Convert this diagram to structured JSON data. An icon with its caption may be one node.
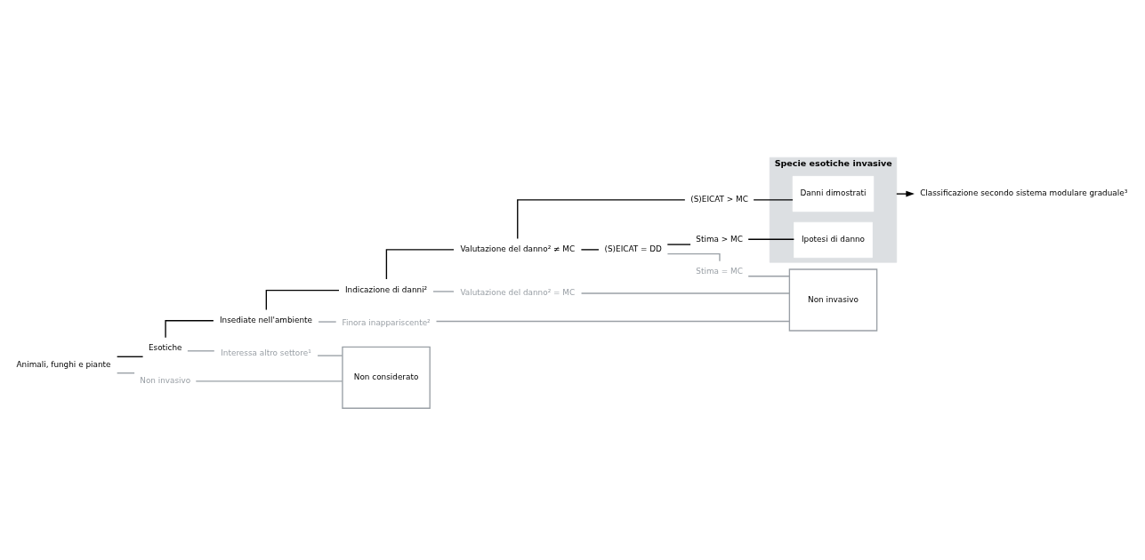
{
  "diagram": {
    "nodes": [
      {
        "text": [
          "Animali, funghi e piante"
        ]
      },
      {
        "text": [
          "Esotiche"
        ]
      },
      {
        "text": [
          "Non invasivo"
        ]
      },
      {
        "text": [
          "Insediate nell'ambiente"
        ]
      },
      {
        "text": [
          "Interessa altro settore¹"
        ]
      },
      {
        "text": [
          "Indicazione di danni²"
        ]
      },
      {
        "text": [
          "Finora inappariscente²"
        ]
      },
      {
        "text": [
          "Valutazione del danno² ≠ MC"
        ]
      },
      {
        "text": [
          "Valutazione del danno² = MC"
        ]
      },
      {
        "text": [
          "(S)EICAT > MC"
        ]
      },
      {
        "text": [
          "(S)EICAT = DD"
        ]
      },
      {
        "text": [
          "Stima > MC"
        ]
      },
      {
        "text": [
          "Stima = MC"
        ]
      },
      {
        "text": [
          "Specie esotiche invasive"
        ]
      },
      {
        "text": [
          "Danni dimostrati"
        ],
        "in": 13
      },
      {
        "text": [
          "Ipotesi di danno"
        ],
        "in": 13
      },
      {
        "text": [
          "Non invasivo"
        ]
      },
      {
        "text": [
          "Non considerato"
        ]
      },
      {
        "text": [
          "Classificazione secondo sistema modulare graduale³"
        ]
      }
    ],
    "edges": [
      {
        "from": 0,
        "to": 1,
        "arrow": "none"
      },
      {
        "from": 0,
        "to": 2,
        "arrow": "none",
        "color": "#9aa0a6"
      },
      {
        "from": 1,
        "to": 3,
        "arrow": "none"
      },
      {
        "from": 1,
        "to": 4,
        "arrow": "none",
        "color": "#9aa0a6"
      },
      {
        "from": 3,
        "to": 5,
        "arrow": "none"
      },
      {
        "from": 3,
        "to": 6,
        "arrow": "none",
        "color": "#9aa0a6"
      },
      {
        "from": 5,
        "to": 7,
        "arrow": "none"
      },
      {
        "from": 5,
        "to": 8,
        "arrow": "none",
        "color": "#9aa0a6"
      },
      {
        "from": 7,
        "to": 9,
        "arrow": "none"
      },
      {
        "from": 7,
        "to": 10,
        "arrow": "none"
      },
      {
        "from": 10,
        "to": 11,
        "arrow": "none"
      },
      {
        "from": 10,
        "to": 12,
        "arrow": "none",
        "color": "#9aa0a6"
      },
      {
        "from": 9,
        "to": 14,
        "arrow": "none"
      },
      {
        "from": 11,
        "to": 15,
        "arrow": "none"
      },
      {
        "from": 12,
        "to": 16,
        "arrow": "none",
        "color": "#9aa0a6"
      },
      {
        "from": 8,
        "to": 16,
        "arrow": "none",
        "color": "#9aa0a6"
      },
      {
        "from": 6,
        "to": 16,
        "arrow": "none",
        "color": "#9aa0a6"
      },
      {
        "from": 4,
        "to": 17,
        "arrow": "none",
        "color": "#9aa0a6"
      },
      {
        "from": 2,
        "to": 17,
        "arrow": "none",
        "color": "#9aa0a6"
      },
      {
        "from": 13,
        "to": 18,
        "arrow": "to"
      }
    ]
  }
}
